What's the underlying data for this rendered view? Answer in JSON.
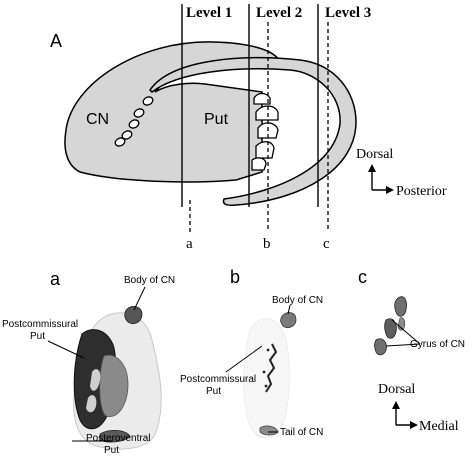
{
  "panel_A": {
    "label": "A",
    "levels": [
      "Level 1",
      "Level 2",
      "Level 3"
    ],
    "cut_lines": [
      "a",
      "b",
      "c"
    ],
    "regions": {
      "cn": "CN",
      "put": "Put"
    },
    "orientation": {
      "vertical": "Dorsal",
      "horizontal": "Posterior"
    }
  },
  "panel_a": {
    "label": "a",
    "annotations": {
      "body": "Body of CN",
      "postcommissural_line1": "Postcommissural",
      "postcommissural_line2": "Put",
      "posteroventral_line1": "Posteroventral",
      "posteroventral_line2": "Put"
    }
  },
  "panel_b": {
    "label": "b",
    "annotations": {
      "body": "Body of CN",
      "postcommissural_line1": "Postcommissural",
      "postcommissural_line2": "Put",
      "tail": "Tail of CN"
    }
  },
  "panel_c": {
    "label": "c",
    "annotations": {
      "gyrus": "Gyrus of CN"
    },
    "orientation": {
      "vertical": "Dorsal",
      "horizontal": "Medial"
    }
  },
  "colors": {
    "structure_fill": "#d6d6d6",
    "outline": "#000000",
    "tissue_dark": "#2e2e2e"
  }
}
